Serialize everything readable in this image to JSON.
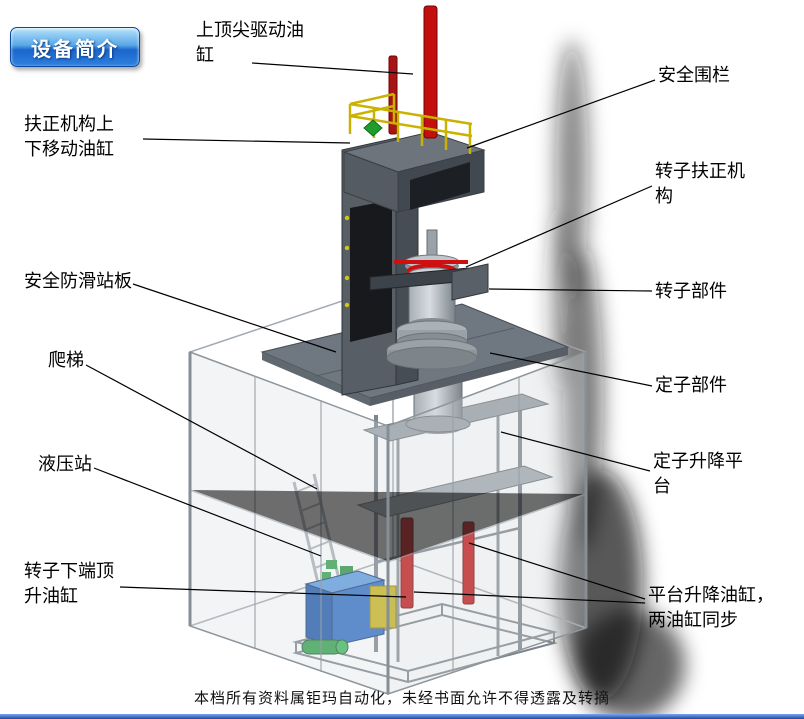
{
  "badge": {
    "label": "设备简介"
  },
  "labels": {
    "top_cylinder": "上顶尖驱动油\n缸",
    "safety_fence": "安全围栏",
    "centering_cylinder": "扶正机构上\n下移动油缸",
    "rotor_centering": "转子扶正机\n构",
    "antislip_plate": "安全防滑站板",
    "rotor_part": "转子部件",
    "ladder": "爬梯",
    "stator_part": "定子部件",
    "hydraulic_station": "液压站",
    "stator_platform": "定子升降平\n台",
    "rotor_jack_cylinder": "转子下端顶\n升油缸",
    "platform_cylinders": "平台升降油缸，\n两油缸同步"
  },
  "footer": "本档所有资料属钜玛自动化，未经书面允许不得透露及转摘",
  "colors": {
    "badge_top": "#b4e2fa",
    "badge_bottom": "#1a66cc",
    "cylinder_red": "#c40f0f",
    "railing_yellow": "#c9b300",
    "hydraulic_blue": "#2b6cc2",
    "pump_green": "#2e9e48"
  }
}
